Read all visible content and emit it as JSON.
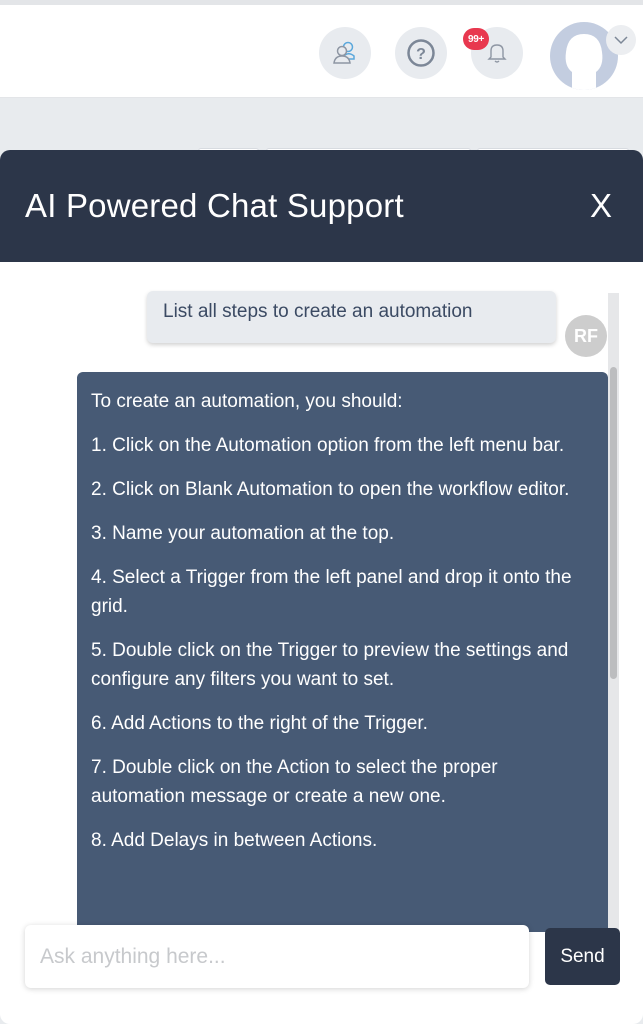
{
  "topbar": {
    "icons": [
      {
        "name": "team-icon"
      },
      {
        "name": "help-icon"
      },
      {
        "name": "notification-bell-icon"
      }
    ],
    "notification_badge": "99+",
    "profile_dropdown_icon": "chevron-down-icon"
  },
  "chat_panel": {
    "title": "AI Powered Chat Support",
    "close_label": "X",
    "messages": [
      {
        "sender": "user",
        "avatar_initials": "RF",
        "text": "List all steps to create an automation"
      },
      {
        "sender": "bot",
        "paragraphs": [
          "To create an automation, you should:",
          "1. Click on the Automation option from the left menu bar.",
          "2. Click on Blank Automation to open the workflow editor.",
          "3. Name your automation at the top.",
          "4. Select a Trigger from the left panel and drop it onto the grid.",
          "5. Double click on the Trigger to preview the settings and configure any filters you want to set.",
          "6. Add Actions to the right of the Trigger.",
          "7. Double click on the Action to select the proper automation message or create a new one.",
          "8. Add Delays in between Actions."
        ]
      }
    ],
    "input": {
      "placeholder": "Ask anything here...",
      "value": ""
    },
    "send_label": "Send"
  },
  "colors": {
    "header_bg": "#2c3649",
    "bot_bubble": "#475a75",
    "user_bubble": "#e8ebef",
    "badge": "#e8384f"
  }
}
